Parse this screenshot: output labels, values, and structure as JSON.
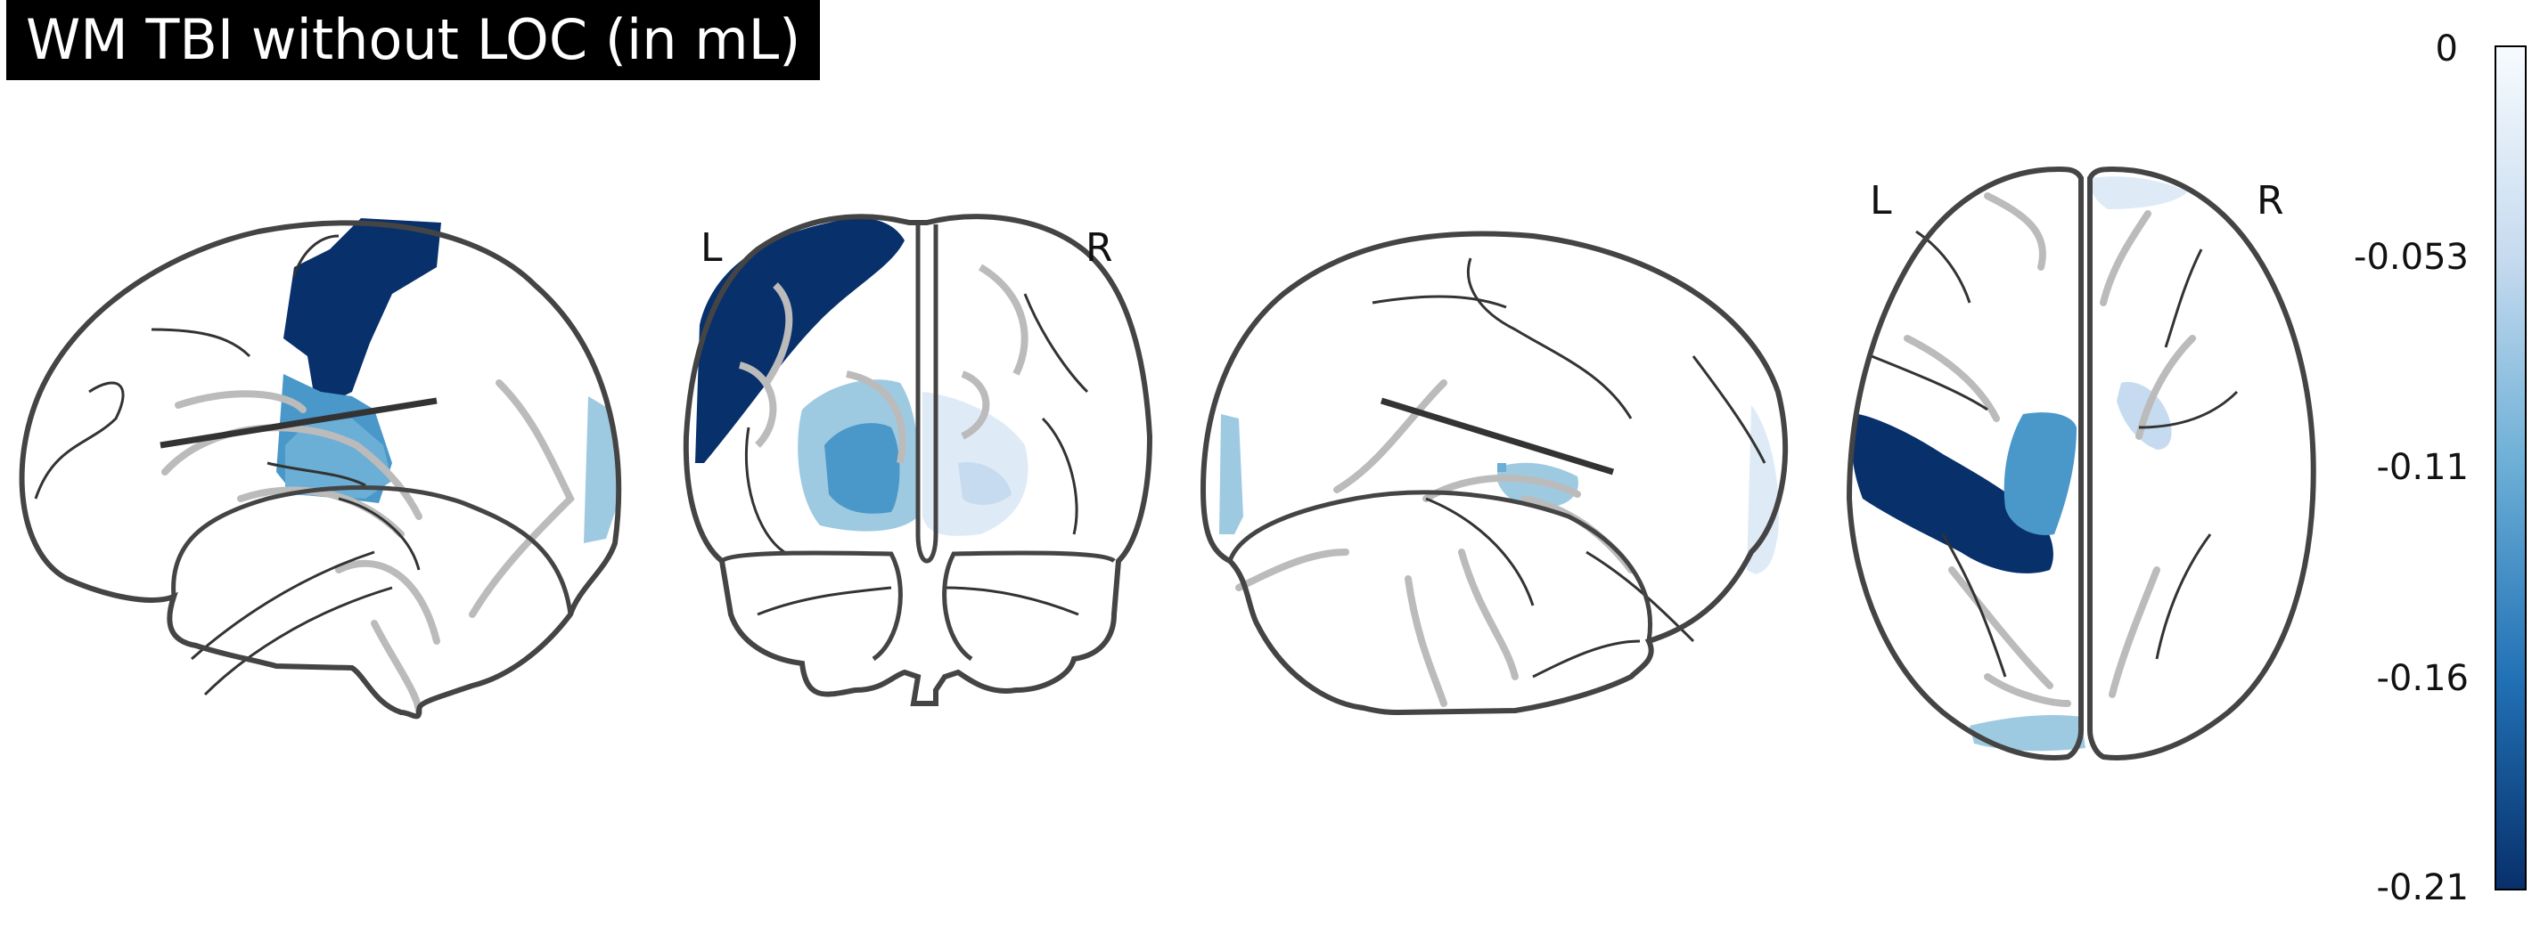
{
  "title": "WM TBI without LOC (in mL)",
  "views": {
    "coronal": {
      "left_label": "L",
      "right_label": "R"
    },
    "axial": {
      "left_label": "L",
      "right_label": "R"
    }
  },
  "colorbar": {
    "ticks": [
      "0",
      "-0.053",
      "-0.11",
      "-0.16",
      "-0.21"
    ],
    "colors": {
      "top": "#f7fbff",
      "low": "#c6dbef",
      "mid": "#4a98c9",
      "bottom": "#08306b"
    }
  }
}
